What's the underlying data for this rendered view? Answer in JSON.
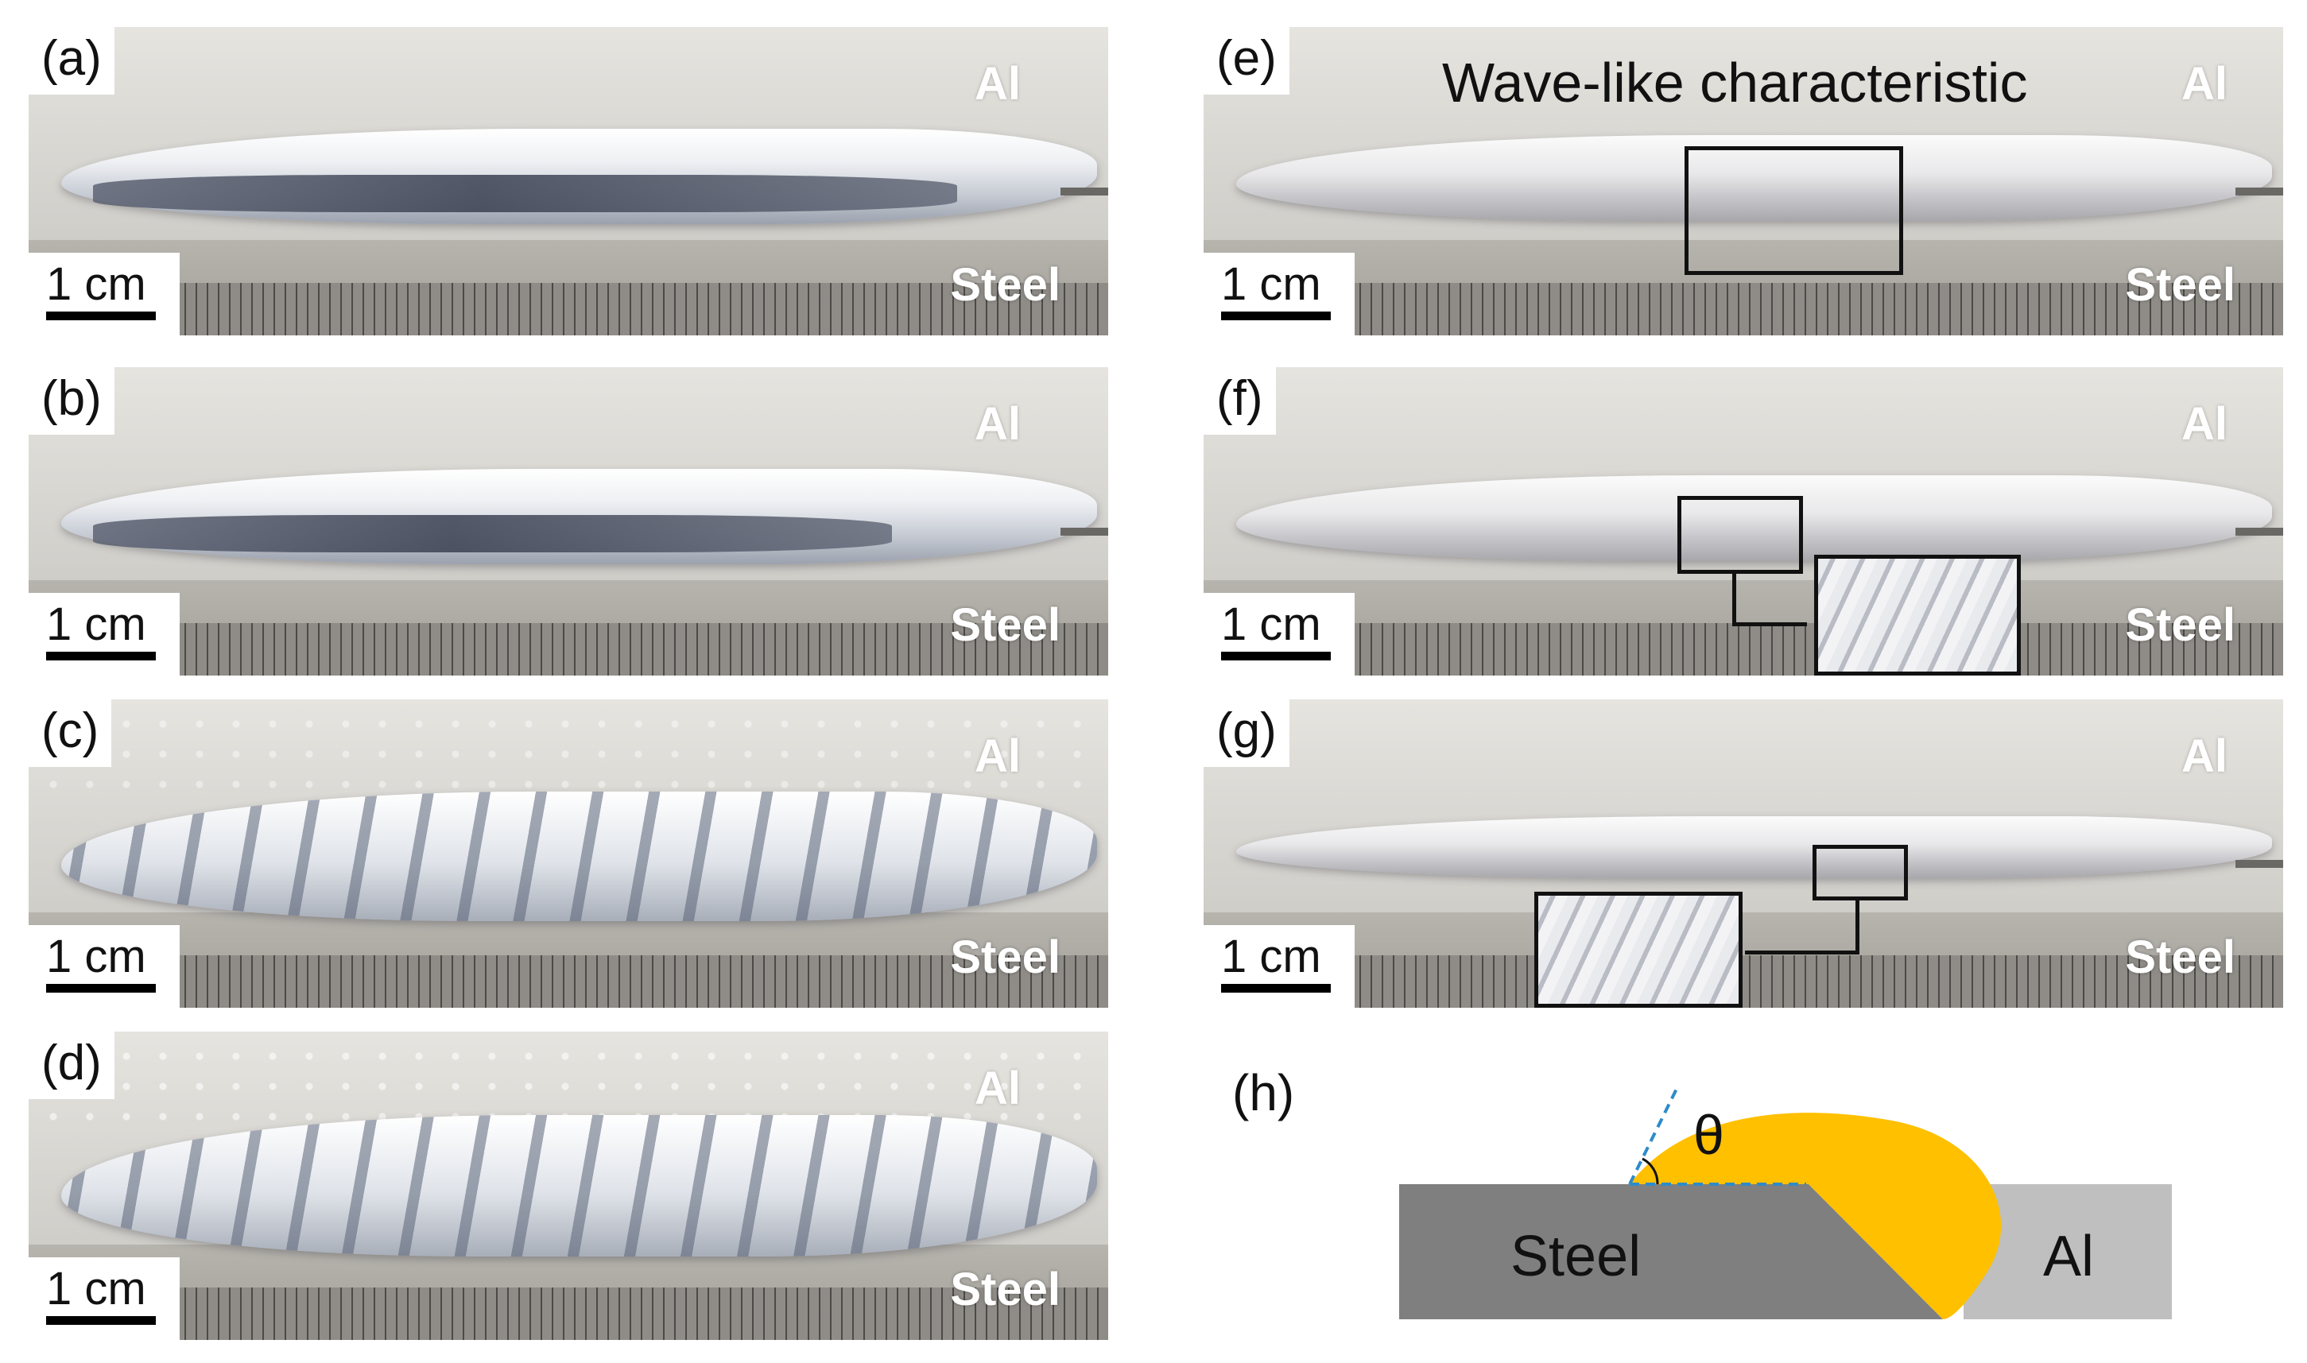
{
  "panels": {
    "a": {
      "label": "(a)",
      "al": "Al",
      "steel": "Steel",
      "scale": "1 cm"
    },
    "b": {
      "label": "(b)",
      "al": "Al",
      "steel": "Steel",
      "scale": "1 cm"
    },
    "c": {
      "label": "(c)",
      "al": "Al",
      "steel": "Steel",
      "scale": "1 cm"
    },
    "d": {
      "label": "(d)",
      "al": "Al",
      "steel": "Steel",
      "scale": "1 cm"
    },
    "e": {
      "label": "(e)",
      "al": "Al",
      "steel": "Steel",
      "scale": "1 cm",
      "annotation": "Wave-like characteristic"
    },
    "f": {
      "label": "(f)",
      "al": "Al",
      "steel": "Steel",
      "scale": "1 cm"
    },
    "g": {
      "label": "(g)",
      "al": "Al",
      "steel": "Steel",
      "scale": "1 cm"
    },
    "h": {
      "label": "(h)",
      "steel": "Steel",
      "al": "Al",
      "angle": "θ"
    }
  },
  "colors": {
    "weld_bead": "#ffc000",
    "steel_plate": "#7f7f7f",
    "al_plate": "#bfbfbf",
    "angle_guide": "#2e8bc8"
  }
}
